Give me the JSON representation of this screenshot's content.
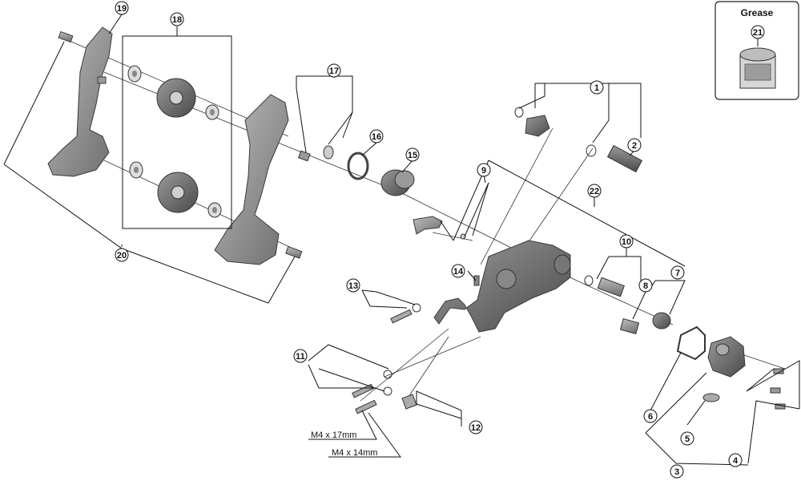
{
  "grease_box": {
    "title": "Grease",
    "part_number": "21"
  },
  "callouts": [
    "1",
    "2",
    "3",
    "4",
    "5",
    "6",
    "7",
    "8",
    "9",
    "10",
    "11",
    "12",
    "13",
    "14",
    "15",
    "16",
    "17",
    "18",
    "19",
    "20",
    "22"
  ],
  "bolt_sizes": [
    "M4 x 17mm",
    "M4 x 14mm"
  ]
}
